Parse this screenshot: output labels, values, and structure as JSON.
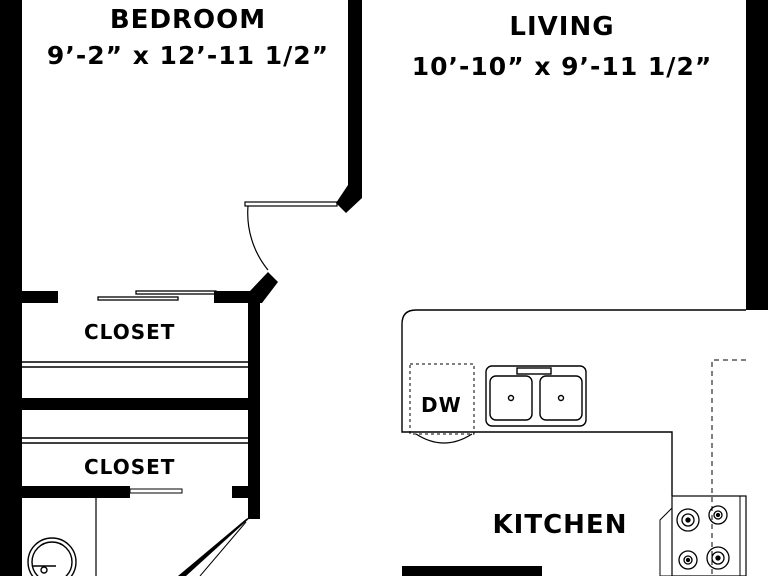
{
  "rooms": {
    "bedroom": {
      "name": "BEDROOM",
      "dimensions": "9’-2” x 12’-11 1/2”"
    },
    "living": {
      "name": "LIVING",
      "dimensions": "10’-10” x 9’-11 1/2”"
    },
    "kitchen": {
      "name": "KITCHEN"
    },
    "closet_upper": {
      "name": "CLOSET"
    },
    "closet_lower": {
      "name": "CLOSET"
    }
  },
  "fixtures": {
    "dishwasher": {
      "label": "DW"
    }
  },
  "colors": {
    "wall": "#000000",
    "background": "#ffffff"
  },
  "icons": [
    "door-swing-icon",
    "double-sink-icon",
    "stove-burner-icon",
    "bathroom-sink-icon"
  ]
}
